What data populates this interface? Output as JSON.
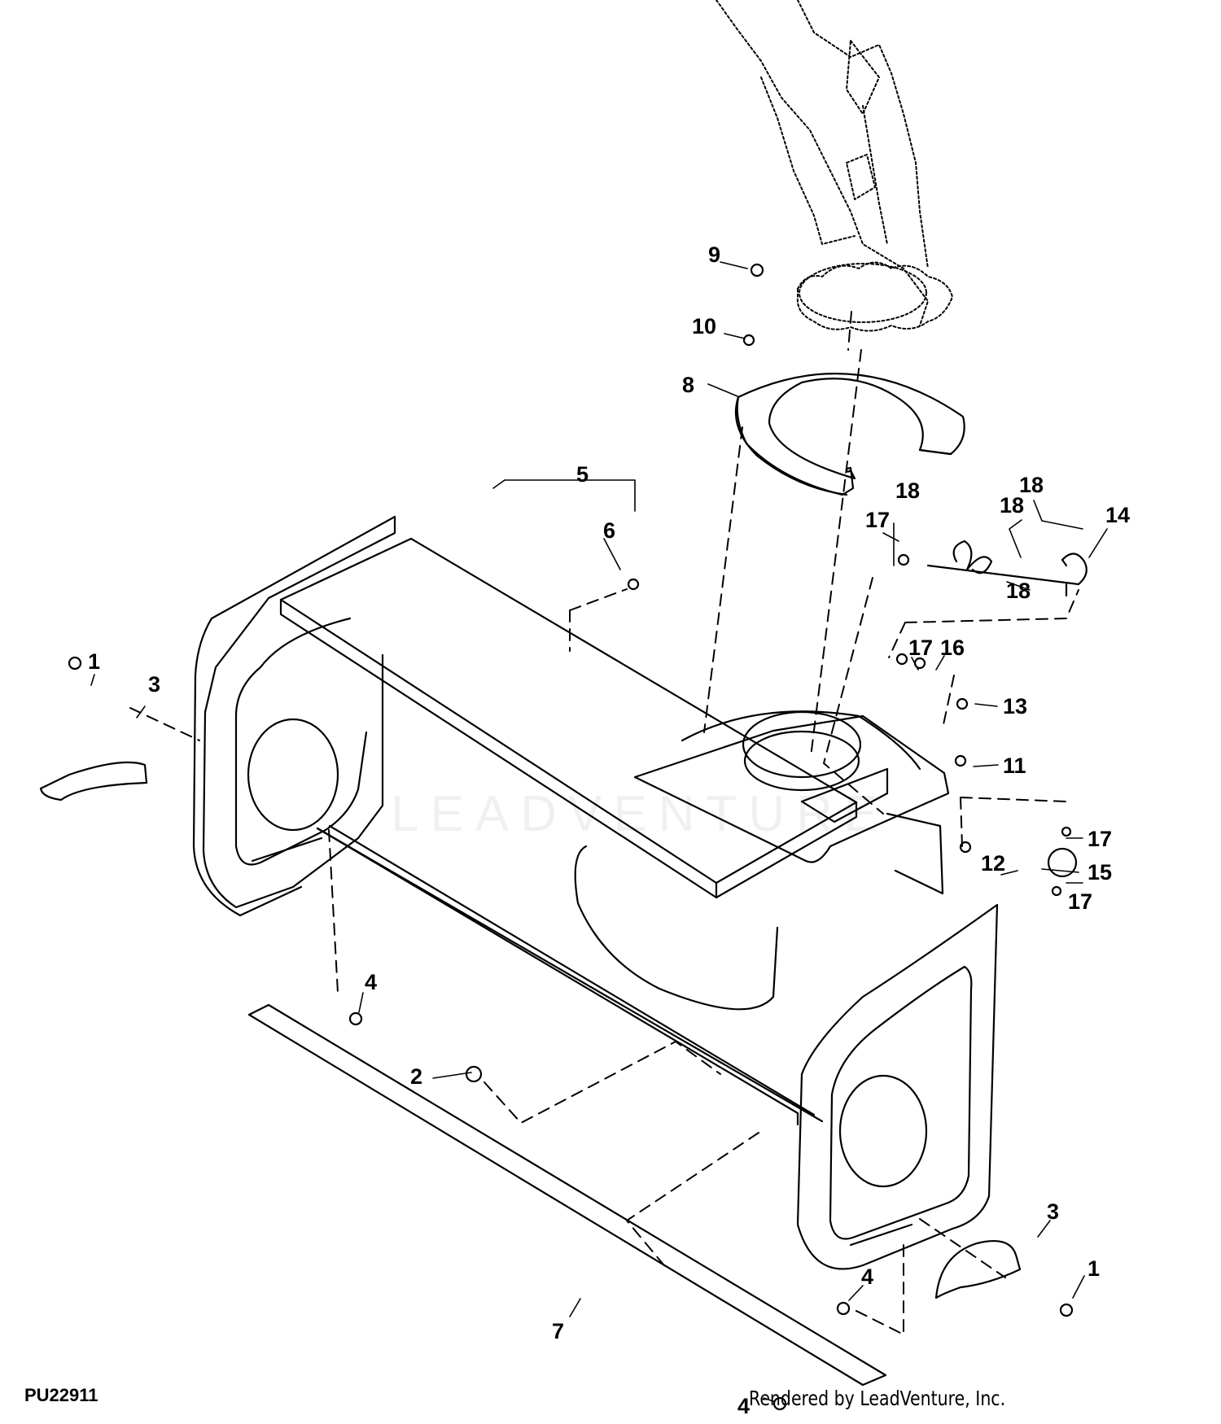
{
  "diagram_id": "PU22911",
  "credit": "Rendered by LeadVenture, Inc.",
  "watermark": "LEADVENTURE",
  "callouts": [
    {
      "id": "c1a",
      "label": "1"
    },
    {
      "id": "c3a",
      "label": "3"
    },
    {
      "id": "c5",
      "label": "5"
    },
    {
      "id": "c6",
      "label": "6"
    },
    {
      "id": "c9",
      "label": "9"
    },
    {
      "id": "c10",
      "label": "10"
    },
    {
      "id": "c8",
      "label": "8"
    },
    {
      "id": "c18a",
      "label": "18"
    },
    {
      "id": "c17a",
      "label": "17"
    },
    {
      "id": "c18b",
      "label": "18"
    },
    {
      "id": "c18c",
      "label": "18"
    },
    {
      "id": "c14",
      "label": "14"
    },
    {
      "id": "c18d",
      "label": "18"
    },
    {
      "id": "c17b",
      "label": "17"
    },
    {
      "id": "c16",
      "label": "16"
    },
    {
      "id": "c13",
      "label": "13"
    },
    {
      "id": "c11",
      "label": "11"
    },
    {
      "id": "c12",
      "label": "12"
    },
    {
      "id": "c17c",
      "label": "17"
    },
    {
      "id": "c15",
      "label": "15"
    },
    {
      "id": "c17d",
      "label": "17"
    },
    {
      "id": "c4a",
      "label": "4"
    },
    {
      "id": "c2",
      "label": "2"
    },
    {
      "id": "c3b",
      "label": "3"
    },
    {
      "id": "c1b",
      "label": "1"
    },
    {
      "id": "c4b",
      "label": "4"
    },
    {
      "id": "c7",
      "label": "7"
    },
    {
      "id": "c4c",
      "label": "4"
    }
  ]
}
